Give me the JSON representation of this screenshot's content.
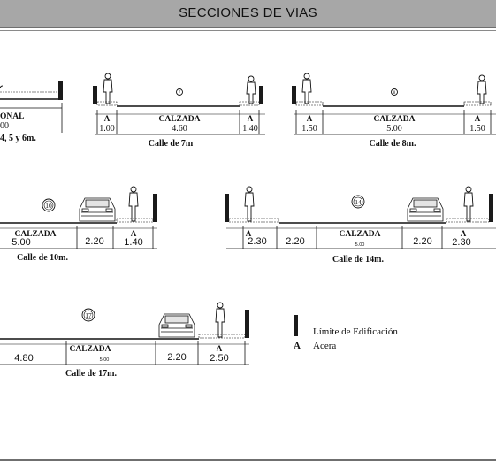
{
  "header": {
    "title": "SECCIONES DE VIAS"
  },
  "sections": [
    {
      "id": "s1",
      "number": "",
      "calzada_label": "ONAL",
      "calzada_value": "00",
      "other_values": [],
      "caption": "4, 5 y 6m."
    },
    {
      "id": "s2",
      "number": "7",
      "calzada_label": "CALZADA",
      "calzada_value": "4.60",
      "acera_left": "1.00",
      "acera_right": "1.40",
      "caption": "Calle de 7m"
    },
    {
      "id": "s3",
      "number": "8",
      "calzada_label": "CALZADA",
      "calzada_value": "5.00",
      "acera_left": "1.50",
      "acera_right": "1.50",
      "caption": "Calle de 8m."
    },
    {
      "id": "s4",
      "number": "10",
      "calzada_label": "CALZADA",
      "calzada_value": "5.00",
      "parking_right": "2.20",
      "acera_right": "1.40",
      "caption": "Calle de 10m."
    },
    {
      "id": "s5",
      "number": "14",
      "calzada_label": "CALZADA",
      "calzada_value": "5.00",
      "acera_left": "2.30",
      "parking_left": "2.20",
      "parking_right": "2.20",
      "acera_right": "2.30",
      "caption": "Calle de 14m."
    },
    {
      "id": "s6",
      "number": "17",
      "calzada_label": "CALZADA",
      "calzada_value": "5.00",
      "median": "4.80",
      "parking_right": "2.20",
      "acera_right": "2.50",
      "caption": "Calle de 17m."
    }
  ],
  "legend": {
    "limite_text": "Límite de Edificación",
    "acera_symbol": "A",
    "acera_text": "Acera"
  },
  "acera_symbol": "A"
}
